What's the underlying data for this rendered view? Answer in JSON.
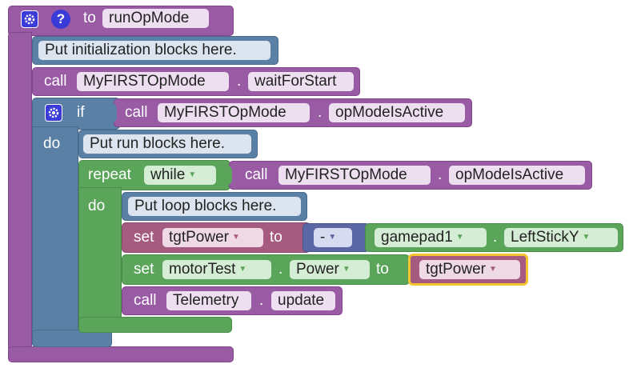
{
  "proc": {
    "to": "to",
    "name": "runOpMode"
  },
  "init_comment": "Put initialization blocks here.",
  "wait_call": {
    "call": "call",
    "obj": "MyFIRSTOpMode",
    "dot": ".",
    "method": "waitForStart"
  },
  "if_block": {
    "if": "if",
    "do": "do",
    "call": "call",
    "obj": "MyFIRSTOpMode",
    "dot": ".",
    "method": "opModeIsActive"
  },
  "run_comment": "Put run blocks here.",
  "repeat_block": {
    "repeat": "repeat",
    "mode": "while",
    "do": "do",
    "call": "call",
    "obj": "MyFIRSTOpMode",
    "dot": ".",
    "method": "opModeIsActive"
  },
  "loop_comment": "Put loop blocks here.",
  "set_var": {
    "set": "set",
    "var": "tgtPower",
    "to": "to",
    "op": "-",
    "pad": "gamepad1",
    "dot": ".",
    "axis": "LeftStickY"
  },
  "set_motor": {
    "set": "set",
    "motor": "motorTest",
    "dot": ".",
    "prop": "Power",
    "to": "to",
    "value": "tgtPower"
  },
  "telemetry": {
    "call": "call",
    "obj": "Telemetry",
    "dot": ".",
    "method": "update"
  },
  "colors": {
    "procedure": "#9a5ba5",
    "logic": "#5b80a5",
    "loop": "#5ba55b",
    "variable": "#a55b80",
    "math": "#5b67a5",
    "highlight": "#f4c430"
  }
}
